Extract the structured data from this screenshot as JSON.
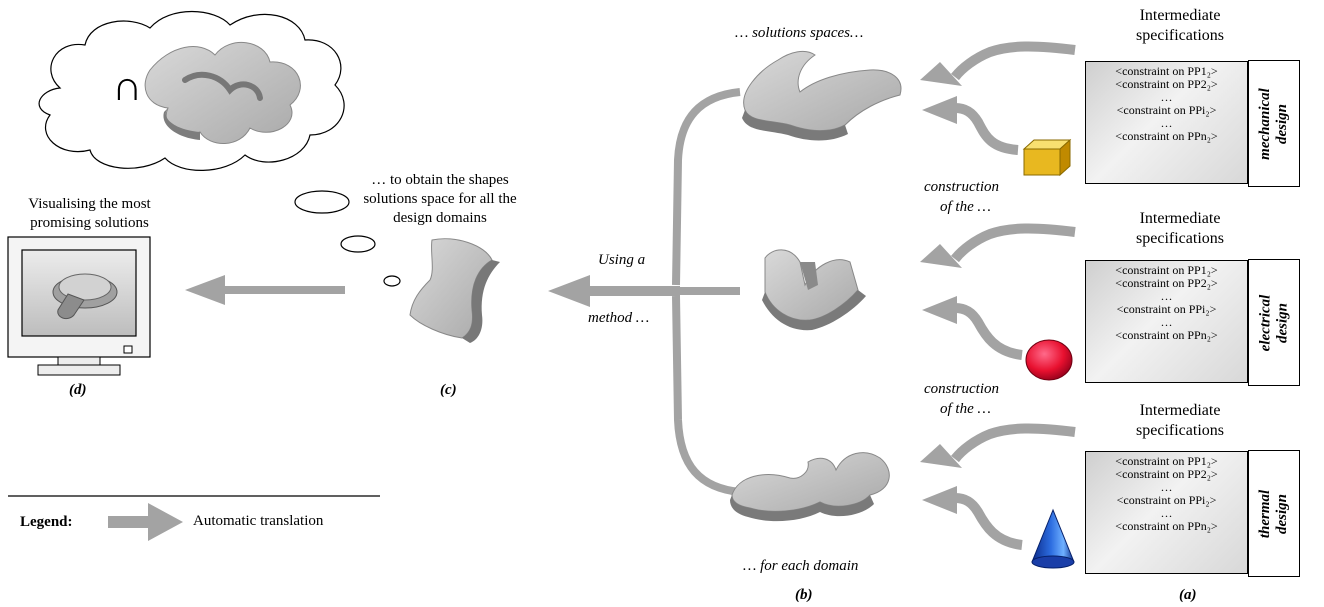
{
  "cloud_symbol": "∩",
  "monitor_caption": "Visualising the most promising solutions",
  "labels": {
    "d": "(d)",
    "c": "(c)",
    "b": "(b)",
    "a": "(a)",
    "obtain": "… to obtain the shapes solutions space for all the design domains",
    "using_a": "Using a",
    "method": "method …",
    "solutions_spaces": "… solutions spaces…",
    "for_each_domain": "… for each domain",
    "construction_line1": "construction",
    "construction_line2": "of the …"
  },
  "legend": {
    "title": "Legend:",
    "text": "Automatic translation"
  },
  "domains": [
    {
      "header_line1": "Intermediate",
      "header_line2": "specifications",
      "constraints": [
        "<constraint on PP1₂>",
        "<constraint on PP2₂>",
        "…",
        "<constraint on PPi₂>",
        "…",
        "<constraint on PPn₂>"
      ],
      "name_line1": "mechanical",
      "name_line2": "design",
      "primitive": "cube-icon"
    },
    {
      "header_line1": "Intermediate",
      "header_line2": "specifications",
      "constraints": [
        "<constraint on PP1₂>",
        "<constraint on PP2₂>",
        "…",
        "<constraint on PPi₂>",
        "…",
        "<constraint on PPn₂>"
      ],
      "name_line1": "electrical",
      "name_line2": "design",
      "primitive": "sphere-icon"
    },
    {
      "header_line1": "Intermediate",
      "header_line2": "specifications",
      "constraints": [
        "<constraint on PP1₂>",
        "<constraint on PP2₂>",
        "…",
        "<constraint on PPi₂>",
        "…",
        "<constraint on PPn₂>"
      ],
      "name_line1": "thermal",
      "name_line2": "design",
      "primitive": "cone-icon"
    }
  ]
}
